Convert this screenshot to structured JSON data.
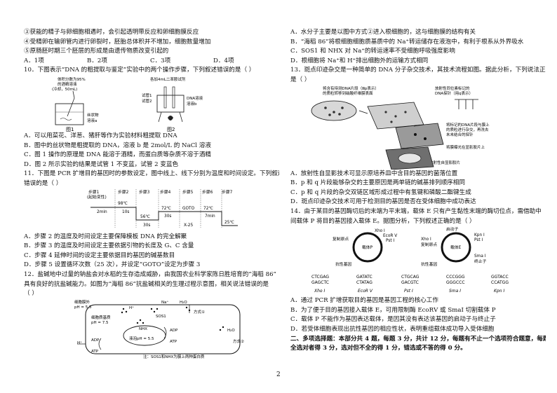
{
  "left": {
    "top_lines": [
      "③获能的精子与卵细胞相遇时，会引起透明带反应和卵细胞膜反应",
      "④受精卵在输卵管内进行卵裂时，胚胎总体积并不增加，细胞数量增加",
      "⑤原肠胚时期三个胚层的形成是由遗传物质改变引起的"
    ],
    "q9_options": [
      "A．1项",
      "B．2项",
      "C．3项",
      "D．4项"
    ],
    "q10": {
      "stem": "10．下图表示“DNA 的粗提取与鉴定”实验中的两个操作步骤，下列叙述错误的是（     ）",
      "fig1": {
        "label_top1": "体积分数为95%",
        "label_top2": "的酒精溶液",
        "label_top3": "(冷却，50mL)",
        "label_a": "丝状物",
        "label_b": "溶液a",
        "caption": "图1"
      },
      "fig2": {
        "label_top": "各加4mL二苯胺试剂",
        "label_tube1": "试管1",
        "label_tube2": "试管2",
        "label_dna": "DNA溶液",
        "label_b": "溶液b",
        "caption": "图2"
      },
      "options": [
        "A．可以用菜花、洋葱、猪肝等作为实验材料粗提取 DNA",
        "B．图中的丝状物是粗提取的 DNA，溶液 b 是 2mol/L 的 NaCl 溶液",
        "C．图 1 操作的原理是 DNA 能溶于酒精，而蛋白质等杂质不溶于酒精",
        "D．图 2 所示实验的结果是试管 1 不变蓝，试管 2 变蓝色"
      ]
    },
    "q11": {
      "stem1": "11．下图是 PCR 扩增目的基因时的参数设定，图中线上、线下分别为温度和时间设定。下列叙述",
      "stem2": "错误的是（     ）",
      "steps": [
        "步骤1",
        "(起始变性)",
        "步骤2",
        "步骤3",
        "步骤4",
        "步骤5",
        "步骤6",
        "步骤7"
      ],
      "temps": [
        "98℃",
        "72℃",
        "56℃",
        "72℃",
        "25℃"
      ],
      "times": [
        "2min",
        "10s",
        "30s",
        "30s",
        "7min"
      ],
      "goto": "GOTO",
      "repeat": "X-25",
      "options": [
        "A．步骤 2 的温度及时间设定主要保障模板 DNA 的完全解聚",
        "B．步骤 3 的温度及时间设定主要依据引物的长度及 G、C 含量",
        "C．步骤 4 延伸时间的设定主要依据目的基因的碱基数目",
        "D．步骤 5 设置循环次数（25 次），并设定“GOTO”设定为步骤 3"
      ]
    },
    "q12": {
      "stem1": "12．盐碱地中过量的钠盐会对水稻的生存造成威胁，由我国农业科学家陈日胜培育的“海稻 86”",
      "stem2": "具有良好的抗盐碱能力。如图为“海稻 86”抗盐碱相关的生理过程示意图，相关说法错误的是",
      "stem3": "（     ）",
      "fig": {
        "ph_out": "细胞膜外",
        "ph_out2": "pH = 5.5",
        "ph_in": "细胞质基质",
        "ph_in2": "pH = 7.5",
        "vac": "液泡pH = 5.5",
        "nhx": "NHX",
        "sos1": "SOS1",
        "adp1": "ADP",
        "atp1": "ATP",
        "adp2": "ADP",
        "atp2": "ATP",
        "h2o1": "H₂O",
        "h2o2": "H₂O",
        "way1": "方式①",
        "way2": "方式②",
        "na1": "Na⁺",
        "h1": "H⁺",
        "h2": "H⁺",
        "note": "注：SOS1和NHX为膜上两种蛋白质"
      }
    }
  },
  "right": {
    "q12_options": [
      "A．水分子主要是以图中方式②进入根细胞的，这与细胞膜的结构有关",
      "B．“海稻 86”将根细胞细胞质基质中的 Na⁺转运储存在液泡中，有利于根系从外界吸水",
      "C．SOS1 和 NHX 对 Na⁺的转运速率不受细胞呼吸强度影响",
      "D．根细胞将 Na⁺和 H⁺排出细胞外的运输方式相同"
    ],
    "q13": {
      "stem1": "13．斑点印迹杂交是一种简单的 DNA 分子杂交技术，其技术流程如图。据此分析，下列说法正确的",
      "stem2": "是（     ）",
      "fig": {
        "label1": "将含有待测DNA片段（Ⅲp表示）",
        "label1b": "的质粒转移到硝酸纤维膜表面",
        "label2": "放射性同位素标记的",
        "label2b": "DNA探针（用q表示）",
        "label3": "将标记的DNA片段与膜上",
        "label3b": "的质粒进行杂交，再洗去",
        "label3c": "未未结合的探针",
        "label4": "将膜曝光在显影胶片上",
        "label5": "放射性自显影胶片"
      },
      "options": [
        "A．放射性自显影技术可显示原培养皿中含目的基因的菌落位置",
        "B．p 和 q 片段能够杂交的主要原因是两单链的碱基排列顺序相同",
        "C．p 和 q 片段的杂交双链区域形成过程中有氢键和磷酸二酯键生成",
        "D．斑点印迹杂交技术可用于检测目的基因是否在受体细胞中成功表达"
      ]
    },
    "q14": {
      "stem1": "14．由于某目的基因酶切后的末端为平末端，载体 E 只有产生黏性末端的酶切位点，需借助中",
      "stem2": "间载体 P 将目的基因接入载体 E。据图分析，下列叙述正确的是（     ）",
      "fig": {
        "xho": "Xho Ⅰ",
        "ecorv": "EcoR Ⅴ",
        "pst": "Pst Ⅰ",
        "ori": "复制原点",
        "carrierP": "载体P",
        "resist": "抗性基因",
        "start": "启动子",
        "xho2": "Xho Ⅰ",
        "kpn": "Kpn Ⅰ",
        "pst2": "Pst Ⅰ",
        "ori2": "复制原点",
        "carrierE": "载体E",
        "resist2": "抗性基因",
        "sma": "Sma Ⅰ",
        "stop": "终止子",
        "seq": [
          {
            "top": "CTCGAG",
            "bottom": "GAGCTC",
            "name": "Xho Ⅰ"
          },
          {
            "top": "GATATC",
            "bottom": "CTATAG",
            "name": "EcoR Ⅴ"
          },
          {
            "top": "CTGCAG",
            "bottom": "GACGTC",
            "name": "Pst Ⅰ"
          },
          {
            "top": "CCCGGG",
            "bottom": "GGGCCC",
            "name": "Sma Ⅰ"
          },
          {
            "top": "GGTACC",
            "bottom": "CCATGG",
            "name": "Kpn Ⅰ"
          }
        ]
      },
      "options": [
        "A．通过 PCR 扩增获取目的基因是基因工程的核心工作",
        "B．为了便于目的基因接入载体 E，可用限制酶 EcoRⅤ 或 SmaⅠ 切割载体 P",
        "C．载体 P 不能作为基因表达载体，是因其没有表达该基因的启动子与终止子",
        "D．若受体细胞表现出抗性基因的相应性状，表明重组载体成功导入受体细胞"
      ]
    },
    "section2_a": "二、多项选择题：本部分共 4 题，每题 3 分，共计 12 分，每题有不止一个选项符合题意，每题",
    "section2_b": "全选对者得 3 分，选对但不全的得 1 分，错选或不答的得 0 分。"
  },
  "page_number": "2"
}
